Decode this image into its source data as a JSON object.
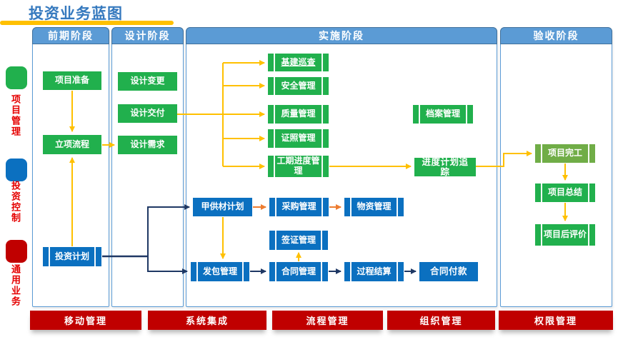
{
  "title": "投资业务蓝图",
  "colors": {
    "title_blue": "#3579BE",
    "underline_yellow": "#FFC000",
    "header_blue": "#5B9BD5",
    "header_border": "#41719C",
    "green": "#21B04D",
    "light_green": "#70AD47",
    "blue": "#0B70C0",
    "red": "#C00000",
    "legend_text_red": "#E50000",
    "arrow_yellow": "#FFC000",
    "arrow_orange": "#ED7D31",
    "arrow_navy": "#1F3864"
  },
  "legend": [
    {
      "label": "项目管理",
      "color": "#21B04D"
    },
    {
      "label": "投资控制",
      "color": "#0B70C0"
    },
    {
      "label": "通用业务",
      "color": "#C00000"
    }
  ],
  "phases": [
    {
      "label": "前期阶段"
    },
    {
      "label": "设计阶段"
    },
    {
      "label": "实施阶段"
    },
    {
      "label": "验收阶段"
    }
  ],
  "nodes": [
    {
      "label": "项目准备"
    },
    {
      "label": "立项流程"
    },
    {
      "label": "投资计划"
    },
    {
      "label": "设计变更"
    },
    {
      "label": "设计交付"
    },
    {
      "label": "设计需求"
    },
    {
      "label": "基建巡查"
    },
    {
      "label": "安全管理"
    },
    {
      "label": "质量管理"
    },
    {
      "label": "证照管理"
    },
    {
      "label": "工期进度管理"
    },
    {
      "label": "档案管理"
    },
    {
      "label": "进度计划追踪"
    },
    {
      "label": "甲供材计划"
    },
    {
      "label": "采购管理"
    },
    {
      "label": "物资管理"
    },
    {
      "label": "签证管理"
    },
    {
      "label": "发包管理"
    },
    {
      "label": "合同管理"
    },
    {
      "label": "过程结算"
    },
    {
      "label": "合同付款"
    },
    {
      "label": "项目完工"
    },
    {
      "label": "项目总结"
    },
    {
      "label": "项目后评价"
    }
  ],
  "bottom_bars": [
    {
      "label": "移动管理"
    },
    {
      "label": "系统集成"
    },
    {
      "label": "流程管理"
    },
    {
      "label": "组织管理"
    },
    {
      "label": "权限管理"
    }
  ]
}
